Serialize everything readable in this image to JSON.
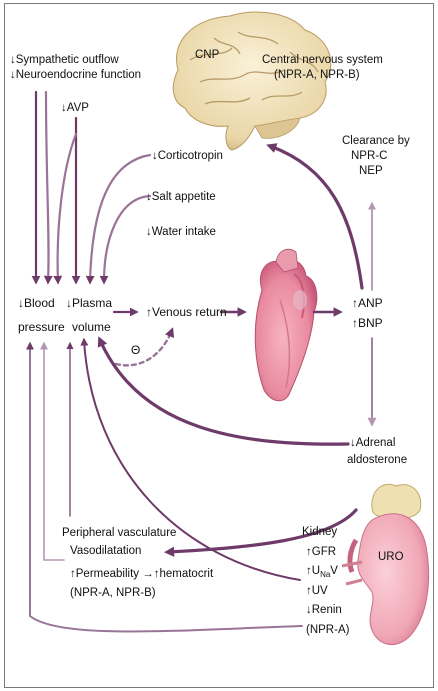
{
  "labels": {
    "sympathetic": "↓Sympathetic outflow",
    "neuroendocrine": "↓Neuroendocrine function",
    "avp": "↓AVP",
    "cnp": "CNP",
    "cns_title": "Central nervous system",
    "cns_receptors": "(NPR-A, NPR-B)",
    "corticotropin": "↓Corticotropin",
    "clearance_1": "Clearance by",
    "clearance_2": "NPR-C",
    "clearance_3": "NEP",
    "salt_appetite": "↓Salt appetite",
    "water_intake": "↓Water intake",
    "blood_1": "↓Blood",
    "blood_2": "pressure",
    "plasma_1": "↓Plasma",
    "plasma_2": "volume",
    "venous_return": "↑Venous return",
    "theta": "Θ",
    "anp": "↑ANP",
    "bnp": "↑BNP",
    "adrenal": "↓Adrenal",
    "aldosterone": "aldosterone",
    "peripheral": "Peripheral vasculature",
    "vasodilatation": "Vasodilatation",
    "permeability": "↑Permeability →↑hematocrit",
    "periph_receptors": "(NPR-A, NPR-B)",
    "kidney": "Kidney",
    "gfr": "↑GFR",
    "una_u": "↑U",
    "una_sub": "Na",
    "una_v": "V",
    "uv": "↑UV",
    "renin": "↓Renin",
    "kidney_receptor": "(NPR-A)",
    "uro": "URO"
  },
  "colors": {
    "arrow": "#6e3a6a",
    "arrow_light": "#b596b1",
    "brain": "#f2e5c4",
    "brain_shadow": "#d4bd8c",
    "heart": "#f19aaa",
    "heart_dark": "#c94d6e",
    "kidney": "#f3b3c0",
    "adrenal_gland": "#ede0b0",
    "ureter": "#d6869a"
  }
}
